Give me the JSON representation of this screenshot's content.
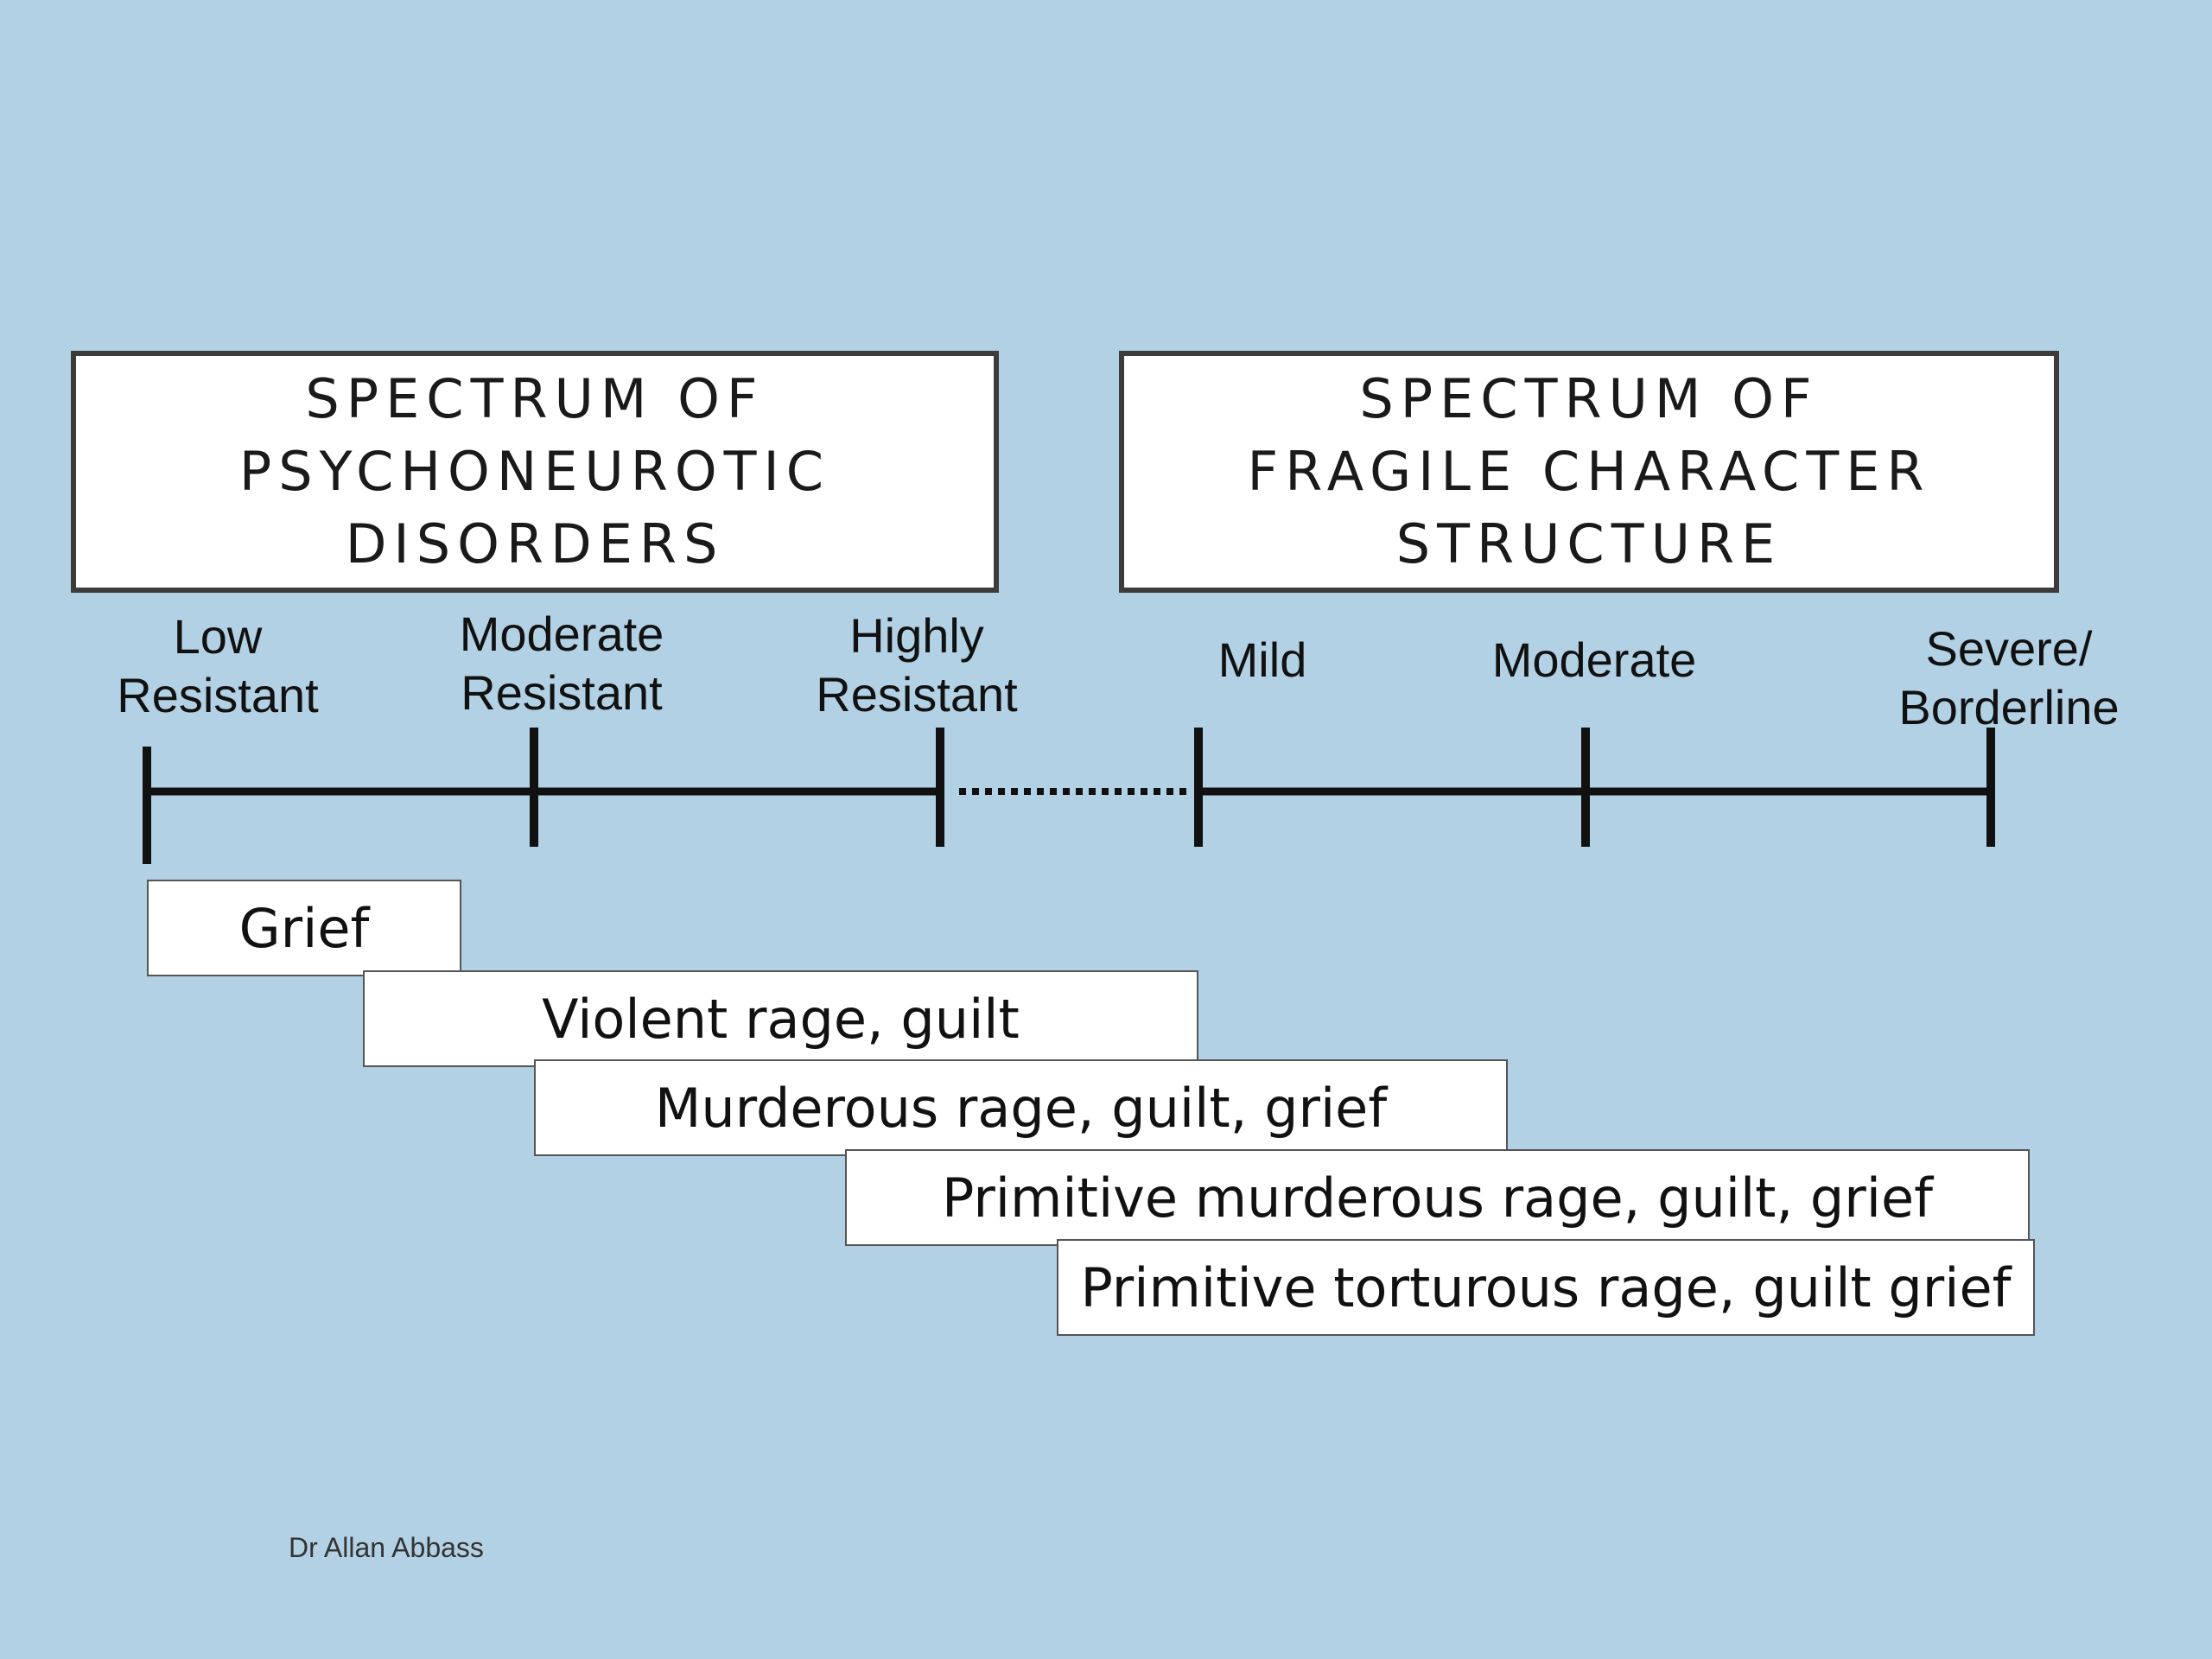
{
  "headers": {
    "left": [
      "SPECTRUM OF",
      "PSYCHONEUROTIC",
      "DISORDERS"
    ],
    "right": [
      "SPECTRUM OF",
      "FRAGILE CHARACTER",
      "STRUCTURE"
    ]
  },
  "scale": {
    "left_labels": [
      [
        "Low",
        "Resistant"
      ],
      [
        "Moderate",
        "Resistant"
      ],
      [
        "Highly",
        "Resistant"
      ]
    ],
    "right_labels": [
      [
        "Mild"
      ],
      [
        "Moderate"
      ],
      [
        "Severe/",
        "Borderline"
      ]
    ]
  },
  "bands": [
    "Grief",
    "Violent rage, guilt",
    "Murderous rage, guilt, grief",
    "Primitive murderous rage, guilt, grief",
    "Primitive torturous rage, guilt grief"
  ],
  "credit": "Dr Allan Abbass",
  "colors": {
    "background": "#b2d1e4",
    "box_fill": "#ffffff",
    "box_border": "#3c3c3c",
    "line": "#111111"
  }
}
